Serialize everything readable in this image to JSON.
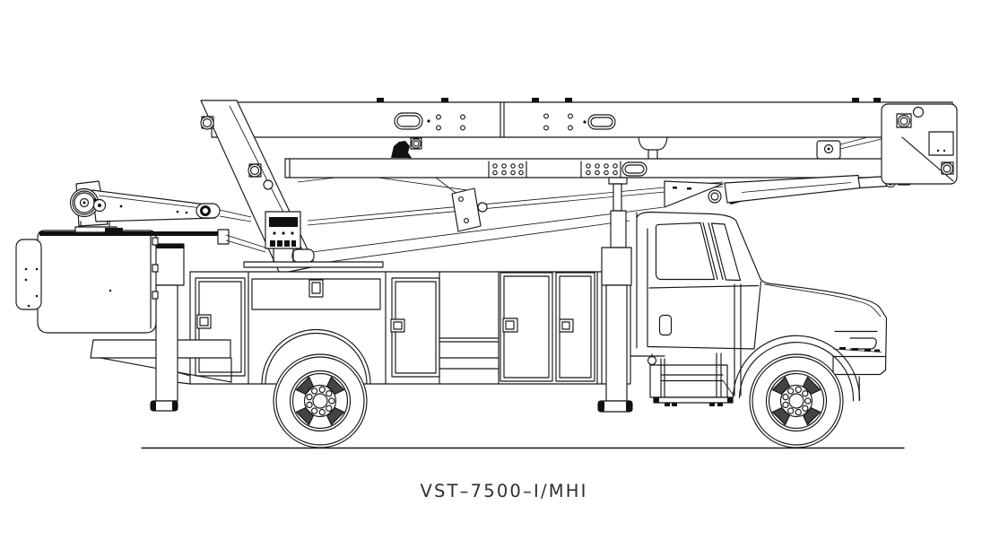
{
  "page": {
    "background_color": "#ffffff",
    "line_color": "#161616"
  },
  "drawing": {
    "caption": "VST–7500–I/MHI",
    "type": "technical line drawing, side elevation",
    "subject": "truck-mounted articulating aerial lift (bucket truck) in stowed transport position",
    "components": [
      "upper-boom",
      "inner-boom-section",
      "boom-elbow-pivot",
      "lower-boom-band",
      "boom-rest-plate",
      "upper-lift-cylinder",
      "boom-tip-rest-bracket",
      "jib-winch",
      "operator-bucket",
      "bucket-liner-pad",
      "pedestal-control-box",
      "rotation-pedestal",
      "utility-body",
      "compartment-doors",
      "louver-panel",
      "rear-access-step",
      "rear-outrigger",
      "mid-outrigger",
      "vertical-lift-cylinder",
      "truck-cab",
      "cab-entry-steps",
      "hood",
      "front-fender",
      "rear-wheel",
      "front-wheel",
      "ground-line"
    ]
  }
}
